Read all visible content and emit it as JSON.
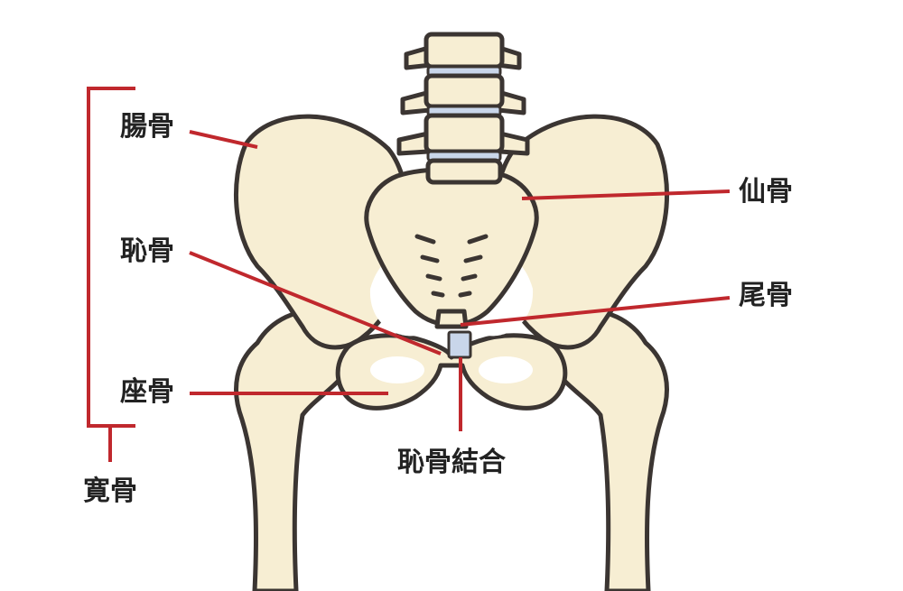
{
  "labels": {
    "ilium": "腸骨",
    "pubis": "恥骨",
    "ischium": "座骨",
    "hip_bone": "寛骨",
    "sacrum": "仙骨",
    "coccyx": "尾骨",
    "pubic_symphysis": "恥骨結合"
  },
  "colors": {
    "leader_line": "#c0282d",
    "bone_fill": "#f7eed3",
    "bone_outline": "#3b3532",
    "disc": "#c9d6ea",
    "label_text": "#222222"
  }
}
